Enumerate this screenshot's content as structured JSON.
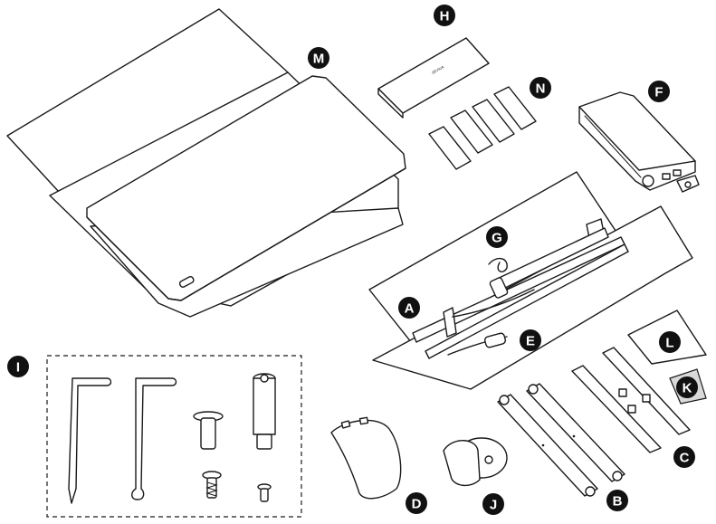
{
  "markers": [
    {
      "id": "A",
      "label": "A"
    },
    {
      "id": "B",
      "label": "B"
    },
    {
      "id": "C",
      "label": "C"
    },
    {
      "id": "D",
      "label": "D"
    },
    {
      "id": "E",
      "label": "E"
    },
    {
      "id": "F",
      "label": "F"
    },
    {
      "id": "G",
      "label": "G"
    },
    {
      "id": "H",
      "label": "H"
    },
    {
      "id": "I",
      "label": "I"
    },
    {
      "id": "J",
      "label": "J"
    },
    {
      "id": "K",
      "label": "K"
    },
    {
      "id": "L",
      "label": "L"
    },
    {
      "id": "M",
      "label": "M"
    },
    {
      "id": "N",
      "label": "N"
    }
  ],
  "h_cover_brand": "SEVIUA",
  "colors": {
    "ink": "#1a1a1a",
    "marker_fill": "#111111",
    "marker_text": "#ffffff",
    "background": "#ffffff"
  }
}
